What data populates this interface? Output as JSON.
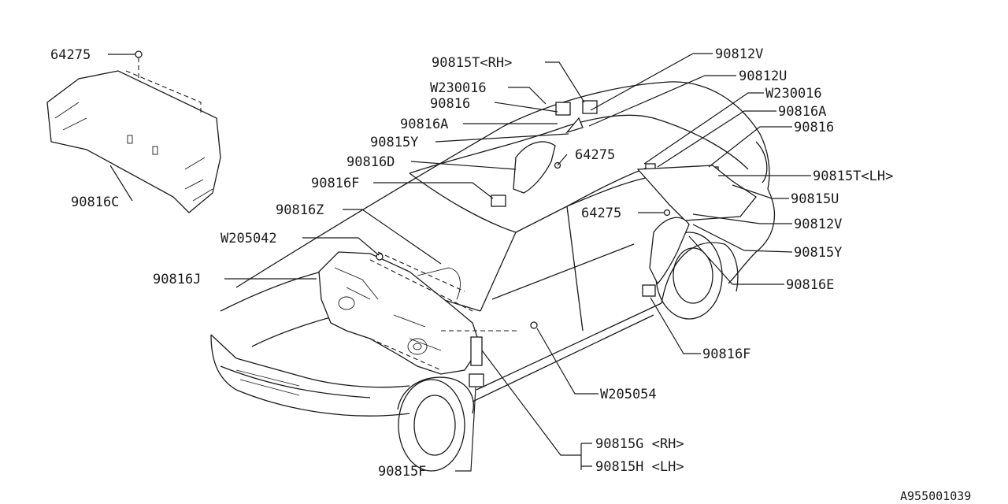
{
  "labels": {
    "l01": "64275",
    "l02": "90816C",
    "l03": "90815T<RH>",
    "l04": "W230016",
    "l05": "90816",
    "l06": "90816A",
    "l07": "90815Y",
    "l08": "90816D",
    "l09": "64275",
    "l10": "90816F",
    "l11": "90816Z",
    "l12": "W205042",
    "l13": "90816J",
    "l14": "90812V",
    "l15": "90812U",
    "l16": "W230016",
    "l17": "90816A",
    "l18": "90816",
    "l19": "90815T<LH>",
    "l20": "90815U",
    "l21": "64275",
    "l22": "90812V",
    "l23": "90815Y",
    "l24": "90816E",
    "l25": "90816F",
    "l26": "W205054",
    "l27": "90815G <RH>",
    "l28": "90815H <LH>",
    "l29": "90815F"
  },
  "diagram_code": "A955001039"
}
